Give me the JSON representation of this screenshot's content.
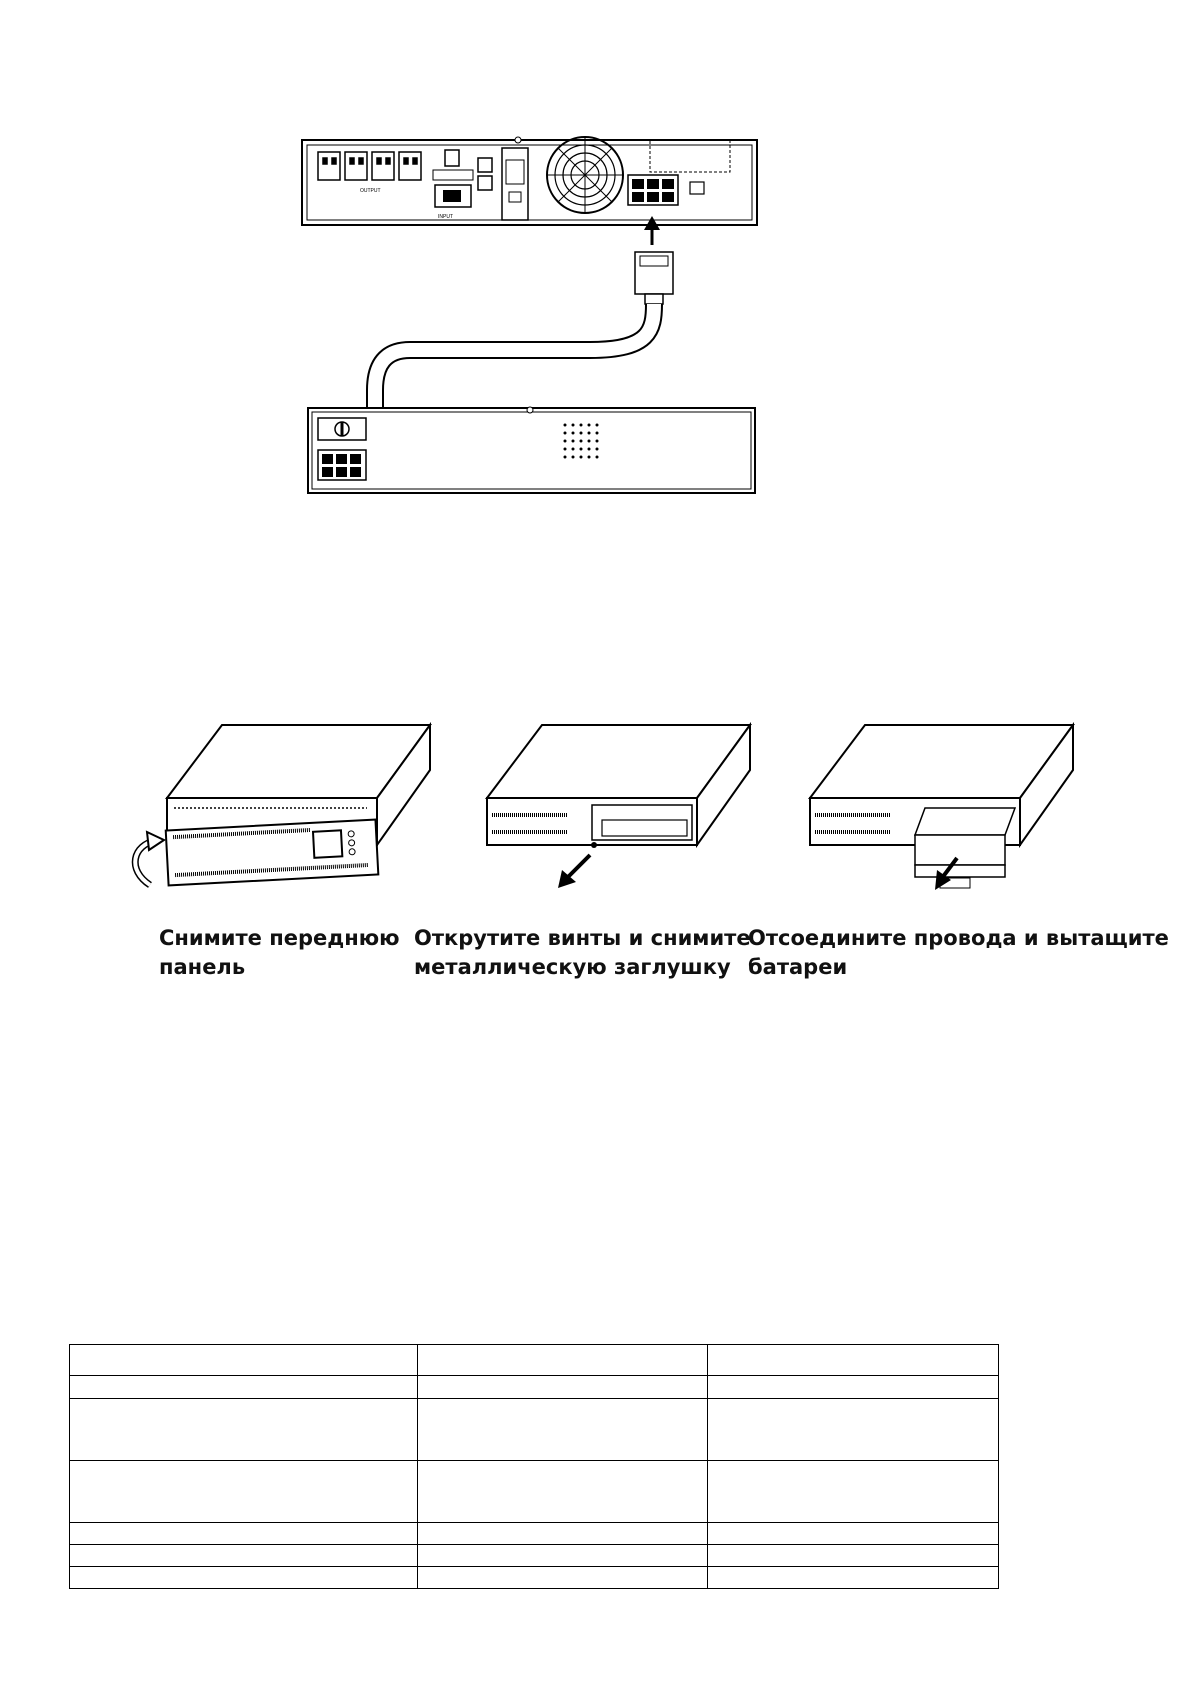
{
  "figure_connect": {
    "ups_label_input": "INPUT",
    "ups_label_output": "OUTPUT"
  },
  "steps": [
    {
      "caption_line1": "Снимите переднюю",
      "caption_line2": "панель"
    },
    {
      "caption_line1": "Открутите винты и снимите",
      "caption_line2": "металлическую заглушку"
    },
    {
      "caption_line1": "Отсоедините провода и вытащите",
      "caption_line2": "батареи"
    }
  ],
  "table": {
    "rows": [
      [
        "",
        "",
        ""
      ],
      [
        "",
        "",
        ""
      ],
      [
        "",
        "",
        ""
      ],
      [
        "",
        "",
        ""
      ],
      [
        "",
        "",
        ""
      ],
      [
        "",
        "",
        ""
      ],
      [
        "",
        "",
        ""
      ]
    ]
  }
}
